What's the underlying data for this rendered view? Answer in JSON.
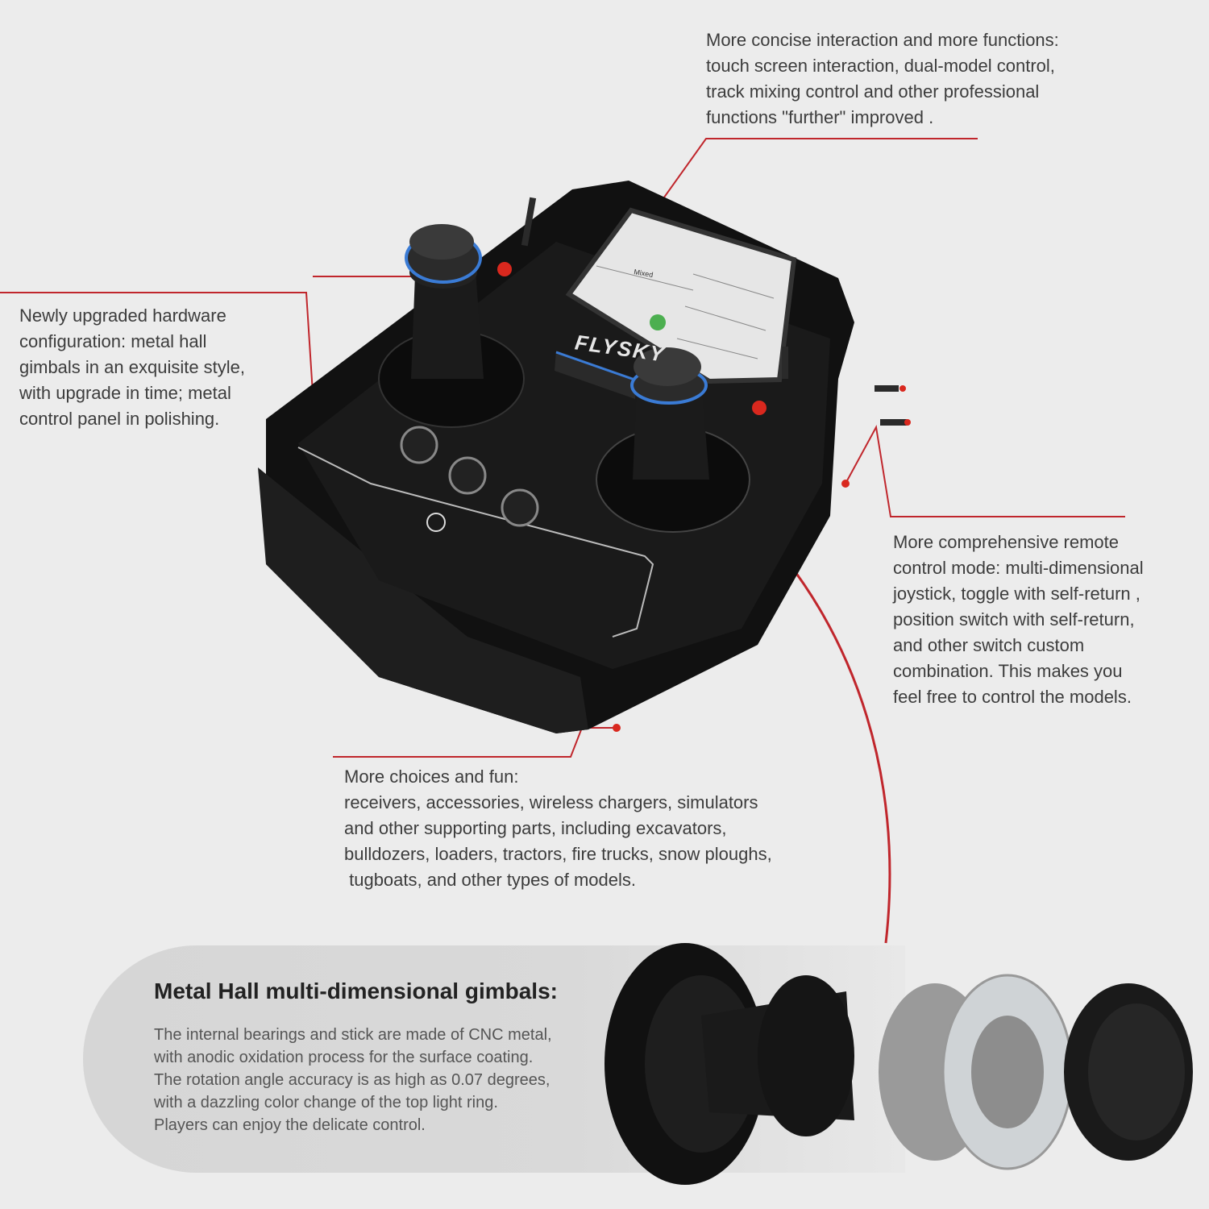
{
  "callouts": {
    "interaction": {
      "lines": [
        "More concise interaction and more functions:",
        "touch screen interaction, dual-model control,",
        "track mixing control and other professional",
        "functions \"further\" improved ."
      ]
    },
    "hardware": {
      "lines": [
        "Newly upgraded hardware",
        "configuration: metal hall",
        "gimbals in an exquisite style,",
        "with upgrade in time; metal",
        "control panel in polishing."
      ]
    },
    "control_mode": {
      "lines": [
        "More comprehensive remote",
        "control mode: multi-dimensional",
        "joystick, toggle with self-return ,",
        "position switch with self-return,",
        "and other switch custom",
        "combination. This makes you",
        "feel free to control the models."
      ]
    },
    "choices": {
      "lines": [
        "More choices and fun:",
        "receivers, accessories, wireless chargers, simulators",
        "and other supporting parts, including excavators,",
        "bulldozers, loaders, tractors, fire trucks, snow ploughs,",
        " tugboats, and other types of models."
      ]
    }
  },
  "gimbal_panel": {
    "title": "Metal Hall multi-dimensional gimbals:",
    "lines": [
      "The internal bearings and stick are made of CNC metal,",
      "with anodic oxidation process for the surface coating.",
      "The rotation angle accuracy is as high as 0.07 degrees,",
      "with a dazzling color change of the top light ring.",
      "Players can enjoy the delicate control."
    ]
  },
  "device": {
    "brand_label": "FLYSKY",
    "screen_mode_label": "Mixed"
  },
  "colors": {
    "background": "#ececec",
    "callout_line": "#c0262c",
    "device_body": "#1a1a1a",
    "accent_ring": "#3a7bd5",
    "button_red": "#d9281e"
  }
}
